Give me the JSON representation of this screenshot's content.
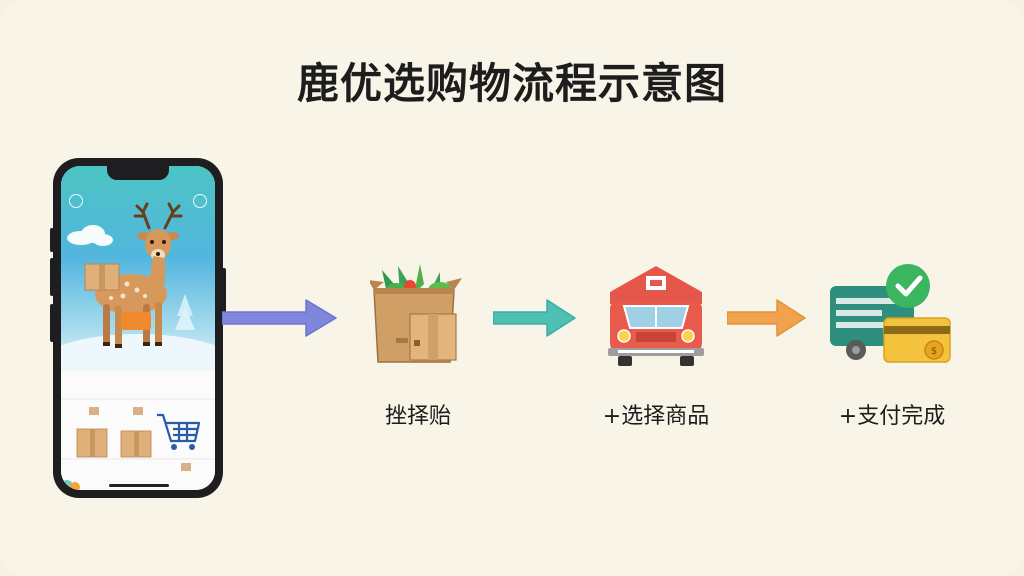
{
  "title": "鹿优选购物流程示意图",
  "steps": [
    {
      "label": "挫择贻",
      "icon": "grocery-box-icon"
    },
    {
      "label": "+选择商品",
      "icon": "delivery-truck-icon"
    },
    {
      "label": "+支付完成",
      "icon": "payment-card-icon"
    }
  ],
  "colors": {
    "background": "#f8f4e8",
    "arrow1": "#7f86dc",
    "arrow2": "#4dbfb3",
    "arrow3": "#f0a34c"
  }
}
